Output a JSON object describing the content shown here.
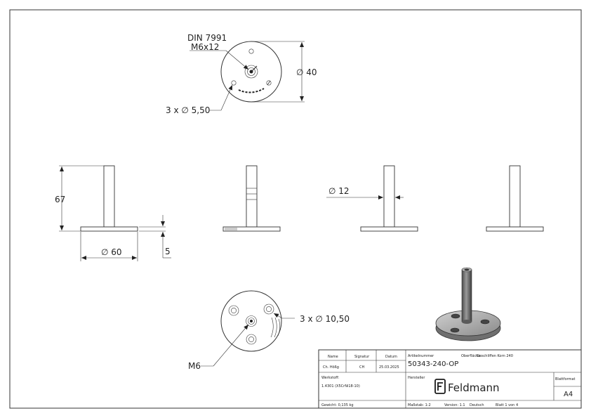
{
  "drawing": {
    "top_view": {
      "thread_std": "DIN 7991",
      "thread_size": "M6x12",
      "hole_callout": "3 x ∅ 5,50",
      "diameter": "∅ 40"
    },
    "side_view": {
      "height": "67",
      "diameter": "∅ 60",
      "thickness": "5"
    },
    "tube_view": {
      "diameter": "∅ 12"
    },
    "bottom_view": {
      "hole_callout": "3 x ∅ 10,50",
      "thread": "M6"
    }
  },
  "title_block": {
    "name_header": "Name",
    "signature_header": "Signatur",
    "date_header": "Datum",
    "name": "Ch. Hößg",
    "signature": "CH",
    "date": "25.03.2025",
    "article_label": "Artikelnummer",
    "article_number": "50343-240-OP",
    "surface_label": "Oberfläche:",
    "surface_value": "Geschliffen Korn 240",
    "material_label": "Werkstoff:",
    "material_value": "1.4301 (X5CrNi18-10)",
    "manufacturer_label": "Hersteller",
    "brand": "Feldmann",
    "format_label": "Blattformat",
    "format_value": "A4",
    "weight": "Gewicht: 0,135 kg",
    "scale": "Maßstab: 1:2",
    "version": "Version: 1.1",
    "language": "Deutsch",
    "sheet": "Blatt 1 von 4"
  }
}
